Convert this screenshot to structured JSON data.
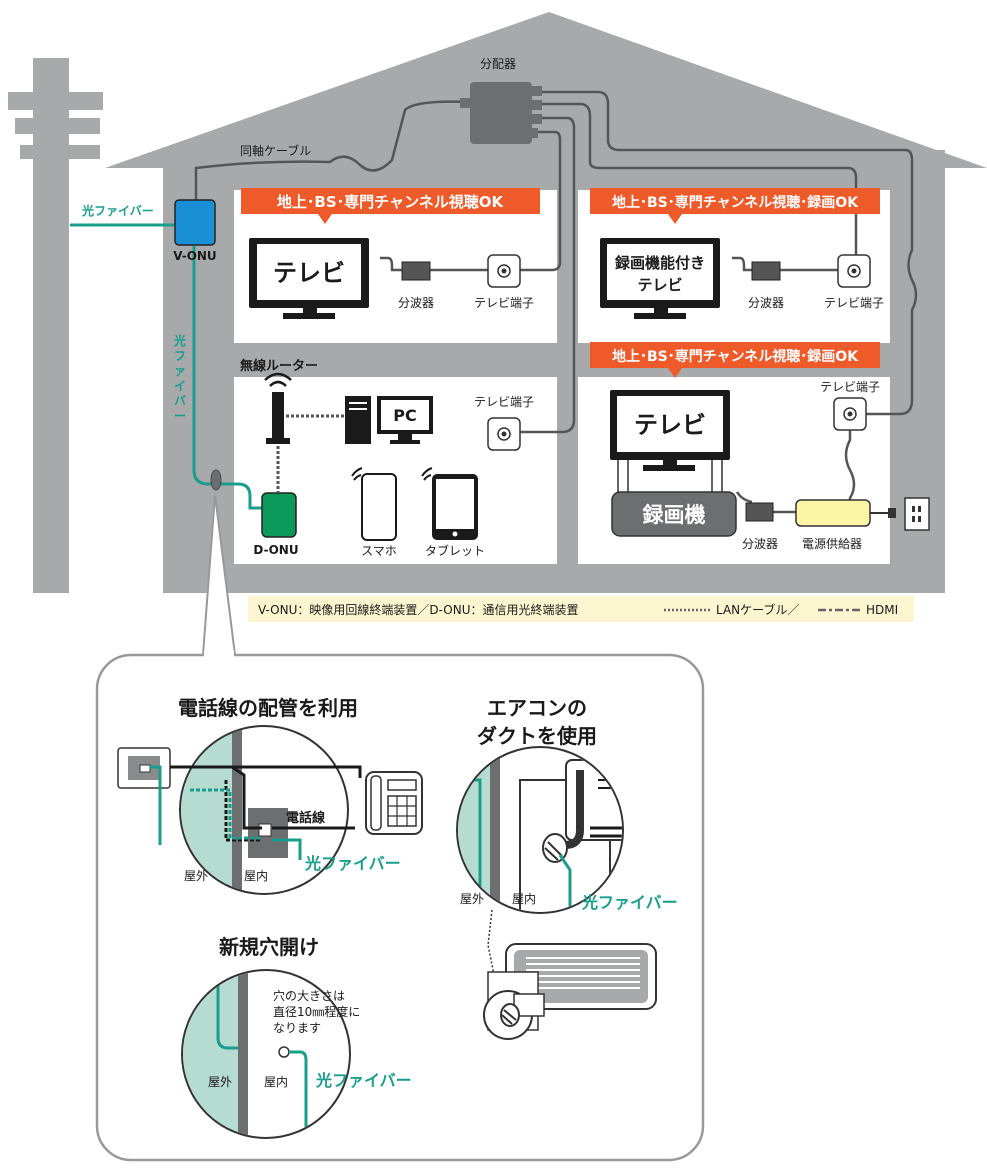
{
  "house": {
    "splitter_label": "分配器",
    "coax_label": "同軸ケーブル",
    "fiber_label": "光ファイバー",
    "fiber_vertical": [
      "光",
      "フ",
      "ァ",
      "イ",
      "バ",
      "ー"
    ],
    "v_onu": "V-ONU",
    "d_onu": "D-ONU",
    "router_title": "無線ルーター",
    "pc": "PC",
    "phone": "スマホ",
    "tablet": "タブレット"
  },
  "rooms": {
    "room1": {
      "banner": "地上･BS･専門チャンネル視聴OK",
      "tv": "テレビ",
      "bunpa": "分波器",
      "tanshi": "テレビ端子"
    },
    "room2": {
      "banner": "地上･BS･専門チャンネル視聴･録画OK",
      "tv_line1": "録画機能付き",
      "tv_line2": "テレビ",
      "bunpa": "分波器",
      "tanshi": "テレビ端子"
    },
    "room3": {
      "tanshi": "テレビ端子"
    },
    "room4": {
      "banner": "地上･BS･専門チャンネル視聴･録画OK",
      "tv": "テレビ",
      "recorder": "録画機",
      "bunpa": "分波器",
      "power": "電源供給器",
      "tanshi": "テレビ端子"
    }
  },
  "legend": {
    "left": "V-ONU：映像用回線終端装置／D-ONU：通信用光終端装置",
    "lan": "LANケーブル／",
    "hdmi": "HDMI"
  },
  "detail": {
    "phone_title": "電話線の配管を利用",
    "phone_line": "電話線",
    "aircon_title_1": "エアコンの",
    "aircon_title_2": "ダクトを使用",
    "hole_title": "新規穴開け",
    "hole_note": [
      "穴の大きさは",
      "直径10㎜程度に",
      "なります"
    ],
    "outside": "屋外",
    "inside": "屋内",
    "fiber": "光ファイバー"
  },
  "colors": {
    "house": "#a8a9ab",
    "banner": "#ee5a2a",
    "fiber": "#1a9e8c",
    "onu_v": "#1b8fd6",
    "onu_d": "#0b9a5a",
    "legend_bg": "#fbf6cf",
    "power_box": "#fdf5a6"
  }
}
